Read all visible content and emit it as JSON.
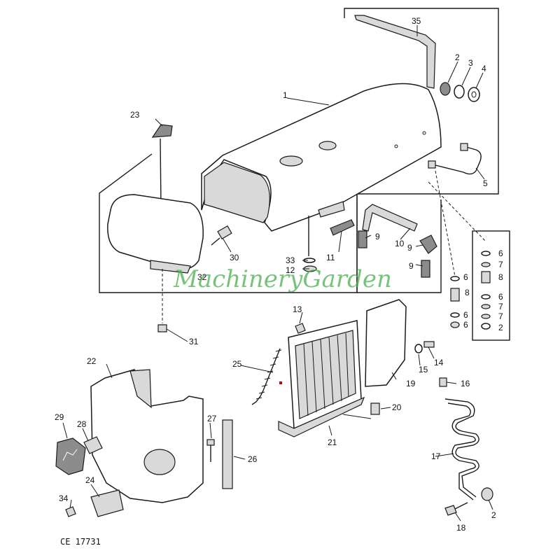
{
  "watermark": "MachineryGarden",
  "figure_code": "CE 17731",
  "accent_color": "#4caf50",
  "marker_color": "#cc0000",
  "callouts": {
    "c35": "35",
    "c2a": "2",
    "c3": "3",
    "c4": "4",
    "c1": "1",
    "c23": "23",
    "c5": "5",
    "c30": "30",
    "c33": "33",
    "c12": "12",
    "c11": "11",
    "c32": "32",
    "c9a": "9",
    "c10": "10",
    "c9b": "9",
    "c9c": "9",
    "c6a": "6",
    "c7a": "7",
    "c8a": "8",
    "c6b": "6",
    "c7b": "7",
    "c7c": "7",
    "c2b": "2",
    "c6c": "6",
    "c8b": "8",
    "c6d": "6",
    "c6e": "6",
    "c31": "31",
    "c13": "13",
    "c14": "14",
    "c15": "15",
    "c19": "19",
    "c25": "25",
    "c22": "22",
    "c16": "16",
    "c20": "20",
    "c21": "21",
    "c29": "29",
    "c28": "28",
    "c27": "27",
    "c26": "26",
    "c17": "17",
    "c24": "24",
    "c34": "34",
    "c18": "18",
    "c2c": "2"
  }
}
